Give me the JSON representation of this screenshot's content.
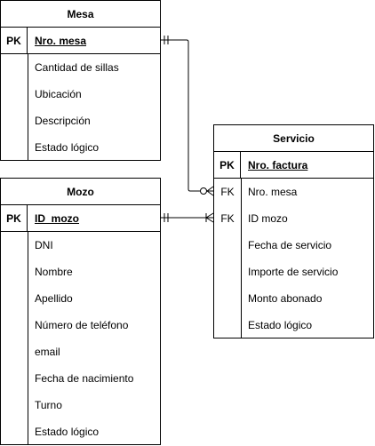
{
  "mesa": {
    "title": "Mesa",
    "pk_label": "PK",
    "pk_field": "Nro. mesa",
    "fields": [
      "Cantidad de sillas",
      "Ubicación",
      "Descripción",
      "Estado lógico"
    ]
  },
  "mozo": {
    "title": "Mozo",
    "pk_label": "PK",
    "pk_field": "ID_mozo",
    "fields": [
      "DNI",
      "Nombre",
      "Apellido",
      "Número de teléfono",
      "email",
      "Fecha de nacimiento",
      "Turno",
      "Estado lógico"
    ]
  },
  "servicio": {
    "title": "Servicio",
    "pk_label": "PK",
    "pk_field": "Nro. factura",
    "fk_label": "FK",
    "fk_fields": [
      "Nro. mesa",
      "ID mozo"
    ],
    "fields": [
      "Fecha de servicio",
      "Importe de servicio",
      "Monto abonado",
      "Estado lógico"
    ]
  }
}
